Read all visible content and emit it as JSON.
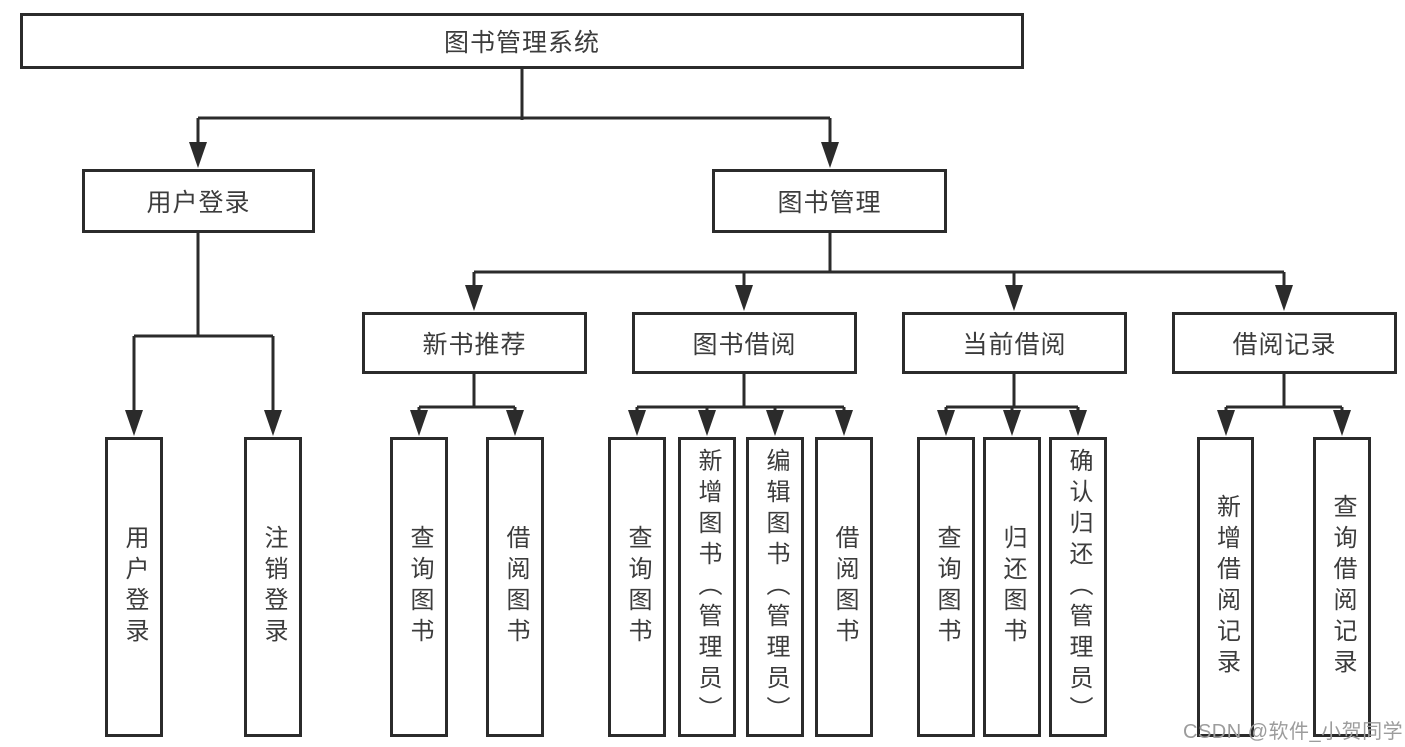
{
  "colors": {
    "line": "#2b2b2b",
    "text": "#3c3c3c",
    "watermark": "#9c9c9c",
    "background": "#ffffff"
  },
  "watermark": {
    "text": "CSDN @软件_小贺同学"
  },
  "tree": {
    "root": {
      "label": "图书管理系统"
    },
    "branches": [
      {
        "label": "用户登录",
        "children": [
          {
            "label": "用户登录"
          },
          {
            "label": "注销登录"
          }
        ]
      },
      {
        "label": "图书管理",
        "children": [
          {
            "label": "新书推荐",
            "children": [
              {
                "label": "查询图书"
              },
              {
                "label": "借阅图书"
              }
            ]
          },
          {
            "label": "图书借阅",
            "children": [
              {
                "label": "查询图书"
              },
              {
                "label": "新增图书（管理员）"
              },
              {
                "label": "编辑图书（管理员）"
              },
              {
                "label": "借阅图书"
              }
            ]
          },
          {
            "label": "当前借阅",
            "children": [
              {
                "label": "查询图书"
              },
              {
                "label": "归还图书"
              },
              {
                "label": "确认归还（管理员）"
              }
            ]
          },
          {
            "label": "借阅记录",
            "children": [
              {
                "label": "新增借阅记录"
              },
              {
                "label": "查询借阅记录"
              }
            ]
          }
        ]
      }
    ]
  }
}
